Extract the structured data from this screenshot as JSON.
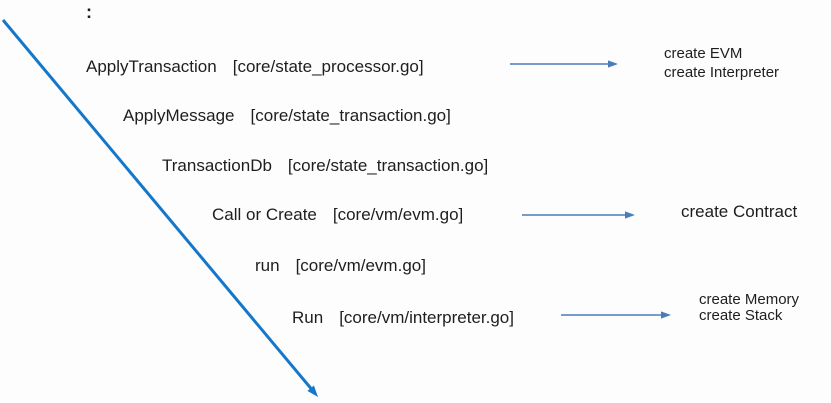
{
  "page": {
    "heading_colon": ":"
  },
  "chain": [
    {
      "name": "ApplyTransaction",
      "file": "[core/state_processor.go]"
    },
    {
      "name": "ApplyMessage",
      "file": "[core/state_transaction.go]"
    },
    {
      "name": "TransactionDb",
      "file": "[core/state_transaction.go]"
    },
    {
      "name": "Call or Create",
      "file": "[core/vm/evm.go]"
    },
    {
      "name": "run",
      "file": "[core/vm/evm.go]"
    },
    {
      "name": "Run",
      "file": "[core/vm/interpreter.go]"
    }
  ],
  "annotations": [
    {
      "lines": [
        "create EVM",
        "create Interpreter"
      ]
    },
    {
      "lines": [
        "create Contract"
      ]
    },
    {
      "lines": [
        "create Memory",
        "create Stack"
      ]
    }
  ],
  "colors": {
    "diagonal_arrow": "#1577c9",
    "flow_arrow": "#4b7cba",
    "text": "#1e1e1e",
    "background": "#fdfdfe"
  }
}
